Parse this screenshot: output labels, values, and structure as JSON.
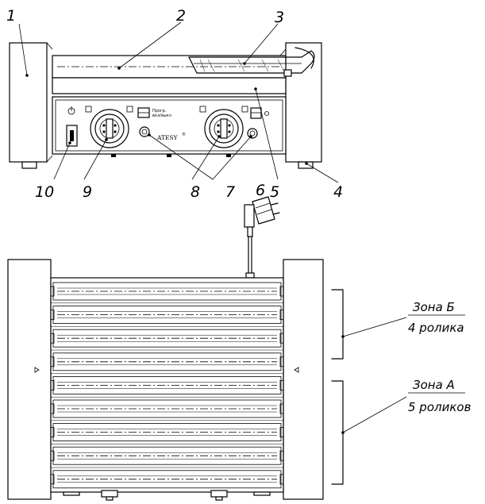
{
  "callouts": [
    "1",
    "2",
    "3",
    "4",
    "5",
    "6",
    "7",
    "8",
    "9",
    "10"
  ],
  "panel": {
    "brand": "ATESY",
    "switch_label": "Прогр.",
    "switch_sub": "вкл/выкл"
  },
  "zones": {
    "b_title": "Зона Б",
    "b_count": "4 ролика",
    "a_title": "Зона А",
    "a_count": "5 роликов"
  }
}
